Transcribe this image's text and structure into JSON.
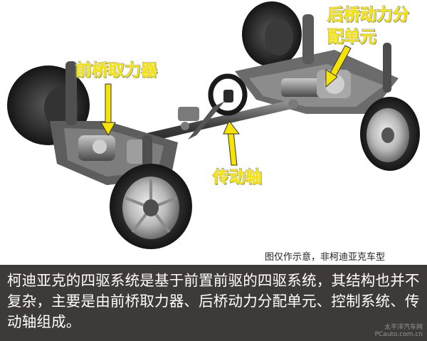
{
  "labels": {
    "front_pto": "前桥取力器",
    "rear_unit_line1": "后桥动力分",
    "rear_unit_line2": "配单元",
    "drive_shaft": "传动轴"
  },
  "note": "图仅作示意，非柯迪亚克车型",
  "caption": "柯迪亚克的四驱系统是基于前置前驱的四驱系统，其结构也并不复杂，主要是由前桥取力器、后桥动力分配单元、控制系统、传动轴组成。",
  "watermark": {
    "line1": "太平洋汽车网",
    "line2": "PCauto.com.cn"
  },
  "colors": {
    "label_yellow": "#f5e300",
    "arrow_yellow": "#f5e300",
    "caption_bg": "#3e3a39",
    "caption_text": "#ffffff"
  }
}
